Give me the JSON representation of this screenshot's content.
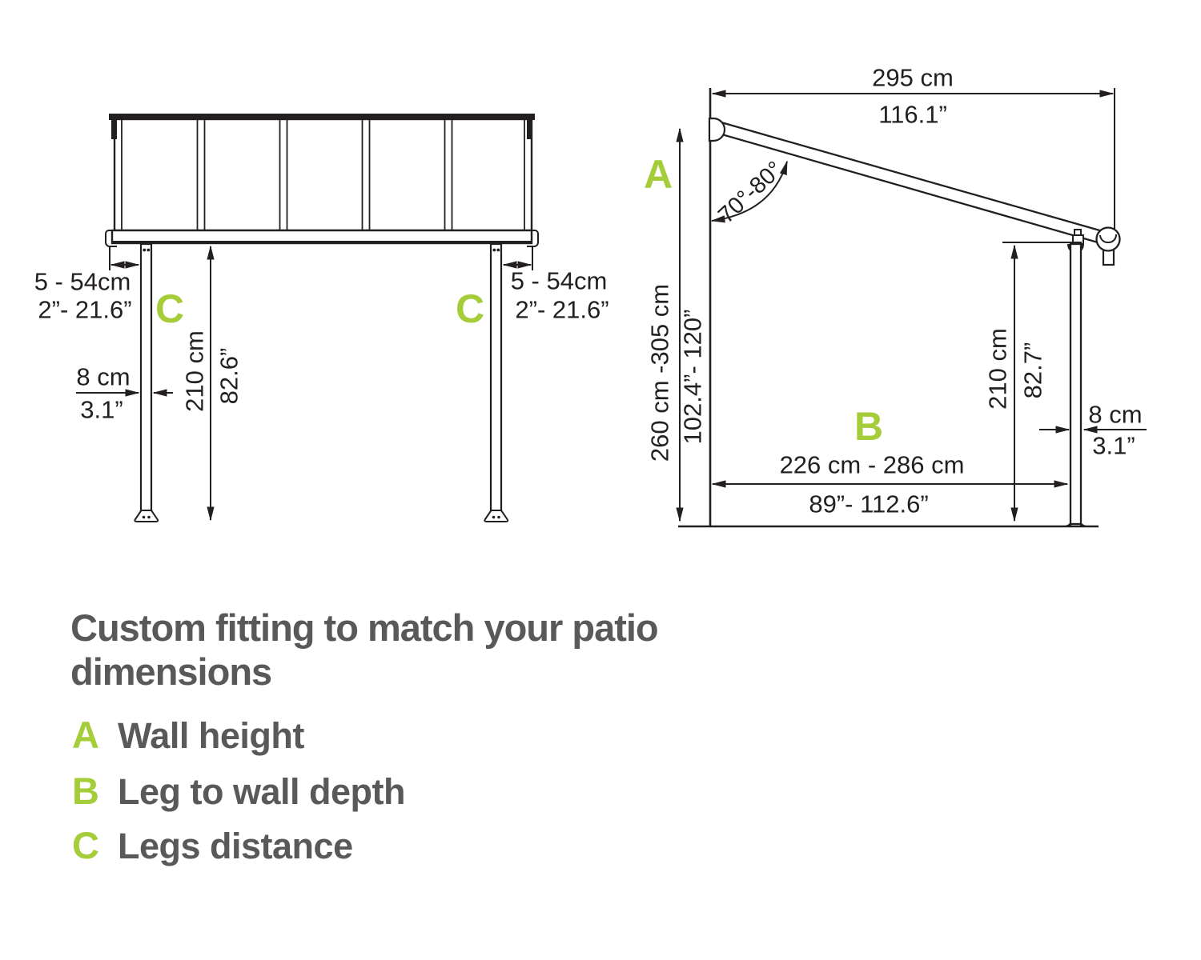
{
  "colors": {
    "accent_green": "#a5cd39",
    "text_gray": "#58595b",
    "line_black": "#231f20"
  },
  "front_view": {
    "label": "C",
    "leg_offset_cm": "5 - 54cm",
    "leg_offset_in": "2”- 21.6”",
    "leg_width_cm": "8 cm",
    "leg_width_in": "3.1”",
    "leg_height_cm": "210 cm",
    "leg_height_in": "82.6”"
  },
  "side_view": {
    "wall_label": "A",
    "depth_label": "B",
    "projection_cm": "295 cm",
    "projection_in": "116.1”",
    "angle_range": "70°-80°",
    "wall_height_cm": "260 cm -305 cm",
    "wall_height_in": "102.4”- 120”",
    "depth_cm": "226 cm - 286 cm",
    "depth_in": "89”- 112.6”",
    "leg_height_cm": "210 cm",
    "leg_height_in": "82.7”",
    "leg_width_cm": "8 cm",
    "leg_width_in": "3.1”"
  },
  "caption": {
    "title_line1": "Custom fitting to match your patio",
    "title_line2": "dimensions",
    "legend": [
      {
        "key": "A",
        "label": "Wall height"
      },
      {
        "key": "B",
        "label": "Leg to wall depth"
      },
      {
        "key": "C",
        "label": "Legs distance"
      }
    ]
  }
}
